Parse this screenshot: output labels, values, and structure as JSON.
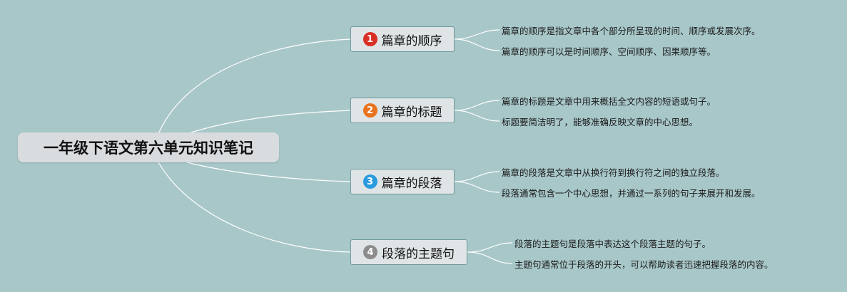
{
  "root": {
    "title": "一年级下语文第六单元知识笔记"
  },
  "branches": [
    {
      "number": "1",
      "label": "篇章的顺序",
      "badge_color": "#d93025",
      "notes": [
        "篇章的顺序是指文章中各个部分所呈现的时间、顺序或发展次序。",
        "篇章的顺序可以是时间顺序、空间顺序、因果顺序等。"
      ]
    },
    {
      "number": "2",
      "label": "篇章的标题",
      "badge_color": "#e8731e",
      "notes": [
        "篇章的标题是文章中用来概括全文内容的短语或句子。",
        "标题要简洁明了，能够准确反映文章的中心思想。"
      ]
    },
    {
      "number": "3",
      "label": "篇章的段落",
      "badge_color": "#2b9be0",
      "notes": [
        "篇章的段落是文章中从换行符到换行符之间的独立段落。",
        "段落通常包含一个中心思想，并通过一系列的句子来展开和发展。"
      ]
    },
    {
      "number": "4",
      "label": "段落的主题句",
      "badge_color": "#8c8c8c",
      "notes": [
        "段落的主题句是段落中表达这个段落主题的句子。",
        "主题句通常位于段落的开头，可以帮助读者迅速把握段落的内容。"
      ]
    }
  ],
  "colors": {
    "background": "#a8c7c9",
    "connector": "#ffffff"
  }
}
